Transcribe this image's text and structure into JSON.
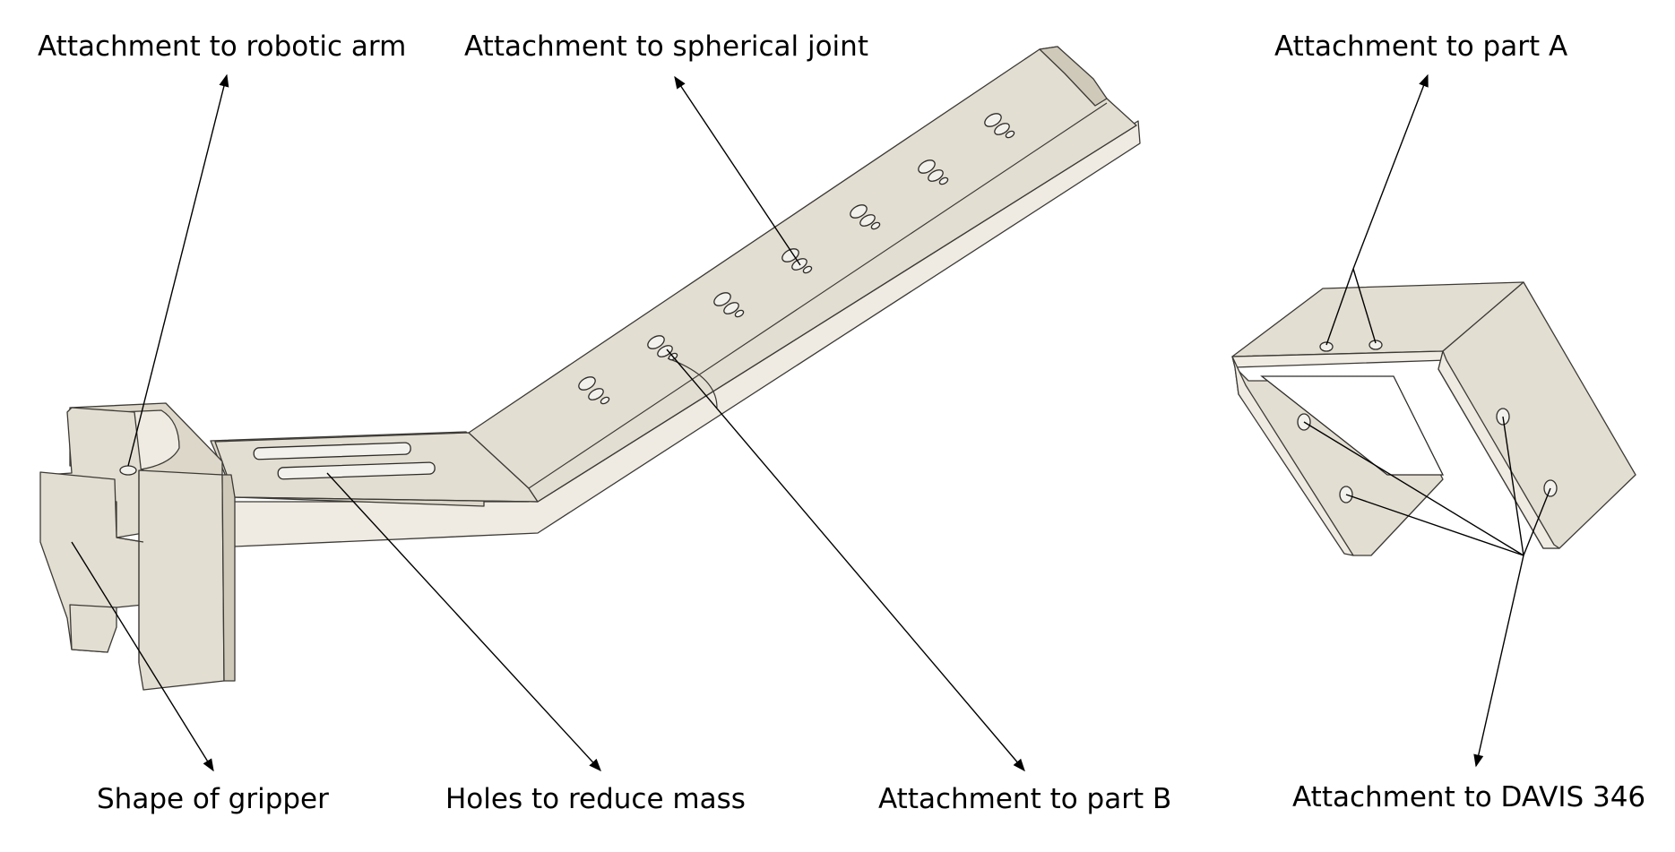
{
  "labels": {
    "robotic_arm": "Attachment to robotic arm",
    "spherical_joint": "Attachment to spherical joint",
    "part_a": "Attachment to part A",
    "gripper_shape": "Shape of gripper",
    "holes_mass": "Holes to reduce mass",
    "part_b": "Attachment to part B",
    "davis": "Attachment to DAVIS 346"
  },
  "colors": {
    "part_fill": "#e3ded2",
    "part_edge": "#3c3a36",
    "leader": "#000000",
    "background": "#ffffff"
  }
}
